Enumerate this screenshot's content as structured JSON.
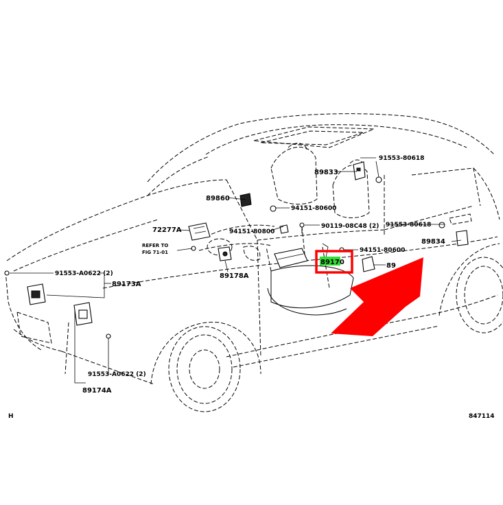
{
  "diagram": {
    "corner_left": "H",
    "corner_right": "847114",
    "highlight_color": "#33dd33",
    "box_color": "#ff0000",
    "arrow_color": "#ff0000",
    "refer_line1": "REFER TO",
    "refer_line2": "FIG 71-01",
    "labels": {
      "p91553_80618_top": "91553-80618",
      "p89833": "89833",
      "p89860": "89860",
      "p94151_80600_a": "94151-80600",
      "p72277a": "72277A",
      "p94151_80800": "94151-80800",
      "p90119": "90119-08C48 (2)",
      "p91553_80618_right": "91553-80618",
      "p89834": "89834",
      "p94151_80600_b": "94151-80600",
      "p89170": "89170",
      "p89_partial": "89",
      "p91553_a0622_a": "91553-A0622 (2)",
      "p89173a": "89173A",
      "p89178a": "89178A",
      "p91553_a0622_b": "91553-A0622 (2)",
      "p89174a": "89174A"
    }
  }
}
